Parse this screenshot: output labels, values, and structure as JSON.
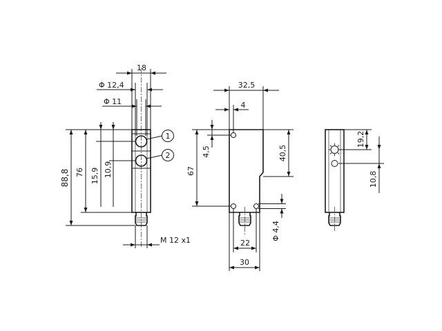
{
  "views": {
    "front": {
      "width": "18",
      "lens_dia": "Φ 12,4",
      "inner_dia": "Φ 11",
      "height_total": "88,8",
      "height_body": "76",
      "offset_1": "15,9",
      "offset_2": "10,9",
      "thread": "M 12 x1",
      "callout_1": "1",
      "callout_2": "2"
    },
    "side": {
      "depth": "32,5",
      "top_offset": "4",
      "hole_offset": "4,5",
      "height": "67",
      "step_height": "40,5",
      "hole_dia": "Φ 4,4",
      "connector_width": "22",
      "base_width": "30"
    },
    "back": {
      "pos_1": "19,2",
      "pos_2": "10,8"
    }
  },
  "colors": {
    "line": "#1a1a1a",
    "background": "#ffffff"
  }
}
